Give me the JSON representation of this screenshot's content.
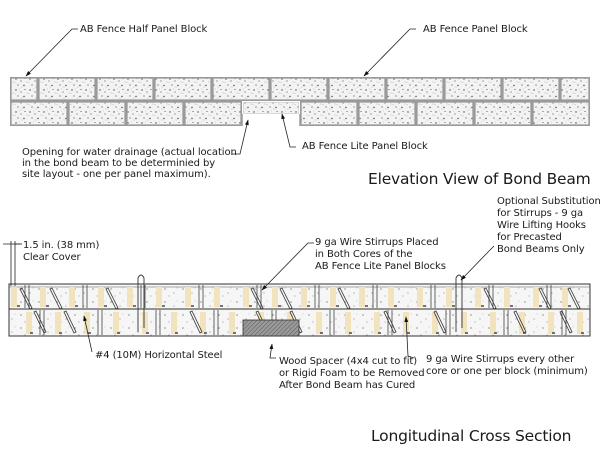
{
  "elevation_view": {
    "title": "Elevation View of Bond Beam",
    "labels": {
      "half_panel_block": "AB Fence Half Panel Block",
      "panel_block": "AB Fence Panel Block",
      "lite_panel_block": "AB Fence Lite Panel Block",
      "drainage_opening": "Opening for water drainage (actual location\nin the bond beam to be determinied by\nsite layout - one per panel maximum)."
    }
  },
  "cross_section": {
    "title": "Longitudinal Cross Section",
    "labels": {
      "clear_cover": "1.5 in. (38 mm)\nClear Cover",
      "wire_stirrups_placed": "9 ga Wire Stirrups Placed\nin Both Cores of the\nAB Fence Lite Panel Blocks",
      "optional_substitution": "Optional Substitution\nfor Stirrups - 9 ga\nWire Lifting Hooks\nfor Precasted\nBond Beams Only",
      "horizontal_steel": "#4 (10M) Horizontal Steel",
      "wood_spacer": "Wood Spacer (4x4 cut to fit)\nor Rigid Foam to be Removed\nAfter Bond Beam has Cured",
      "wire_stirrups_every_other": "9 ga Wire Stirrups every other\ncore or one per block (minimum)"
    }
  },
  "colors": {
    "block_fill": "#efefef",
    "joint": "#9a9a9a",
    "web_fill": "#f1e3bd",
    "spacer_hatch": "#7a7a7a",
    "line": "#222222"
  }
}
